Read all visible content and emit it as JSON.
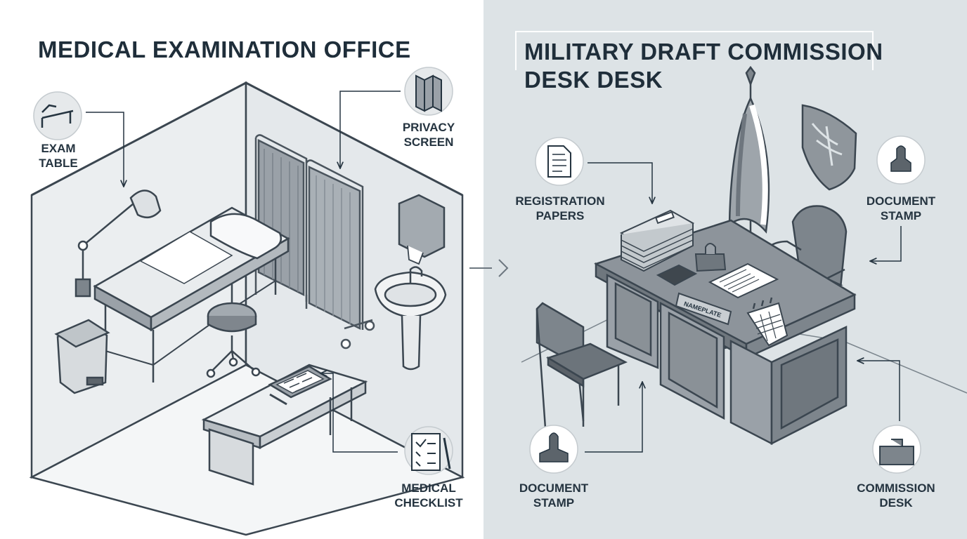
{
  "panels": {
    "left": {
      "title": "MEDICAL EXAMINATION OFFICE",
      "callouts": {
        "exam_table": {
          "line1": "EXAM",
          "line2": "TABLE",
          "icon": "exam-table-icon"
        },
        "privacy_screen": {
          "line1": "PRIVACY",
          "line2": "SCREEN",
          "icon": "privacy-screen-icon"
        },
        "medical_checklist": {
          "line1": "MEDICAL",
          "line2": "CHECKLIST",
          "icon": "clipboard-checklist-icon"
        }
      }
    },
    "right": {
      "title_line1": "MILITARY DRAFT COMMISSION",
      "title_line2": "DESK DESK",
      "nameplate": "NAMEPLATE",
      "callouts": {
        "registration_papers": {
          "line1": "REGISTRATION",
          "line2": "PAPERS",
          "icon": "document-papers-icon"
        },
        "document_stamp_top": {
          "line1": "DOCUMENT",
          "line2": "STAMP",
          "icon": "rubber-stamp-icon"
        },
        "document_stamp_bottom": {
          "line1": "DOCUMENT",
          "line2": "STAMP",
          "icon": "rubber-stamp-icon"
        },
        "commission_desk": {
          "line1": "COMMISSION",
          "line2": "DESK",
          "icon": "desk-icon"
        }
      }
    }
  },
  "colors": {
    "left_background": "#ffffff",
    "right_background": "#dde3e6",
    "ink": "#253440",
    "furniture_gray": "#8d949b"
  }
}
